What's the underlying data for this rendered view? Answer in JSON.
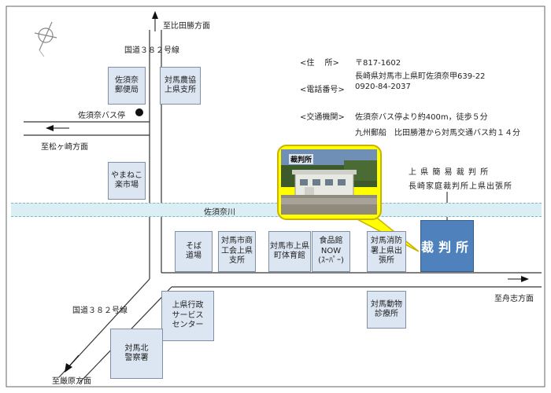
{
  "roads": {
    "north_direction": "至比田勝方面",
    "route_top": "国道３８２号線",
    "route_mid": "国道３８２号線",
    "west_direction": "至松ヶ崎方面",
    "south_direction": "至厳原方面",
    "east_direction": "至舟志方面",
    "bus_stop": "佐須奈バス停",
    "river": "佐須奈川"
  },
  "buildings": {
    "post_office": "佐須奈\n郵便局",
    "ja_branch": "対馬農協\n上県支所",
    "yamaneko": "やまねこ\n楽市場",
    "soba": "そば\n道場",
    "chamber": "対馬市商\n工会上県\n支所",
    "gym": "対馬市上県\n町体育館",
    "grocery": "食品館NOW\n(ｽｰﾊﾟｰ)",
    "fire": "対馬消防\n署上県出\n張所",
    "court": "裁判所",
    "admin_center": "上県行政\nサービス\nセンター",
    "animal_clinic": "対馬動物\n診療所",
    "police": "対馬北\n警察署"
  },
  "photo": {
    "caption": "裁判所"
  },
  "court_label": {
    "line1": "上 県 簡 易 裁 判 所",
    "line2": "長崎家庭裁判所上県出張所"
  },
  "info": {
    "address_label": "<住　 所>",
    "postal": "〒817-1602",
    "address": "長崎県対馬市上県町佐須奈甲639-22",
    "phone_label": "<電話番号>",
    "phone": "0920-84-2037",
    "transport_label": "<交通機関>",
    "transport1": "佐須奈バス停より約400m，徒歩５分",
    "transport2": "九州郵船　比田勝港から対馬交通バス約１４分"
  },
  "colors": {
    "building": "#dce6f2",
    "court": "#4f81bd",
    "river": "#daeef3",
    "callout": "#ffff00"
  },
  "icons": [
    "compass-icon",
    "bus-stop-icon",
    "arrow-icon"
  ]
}
